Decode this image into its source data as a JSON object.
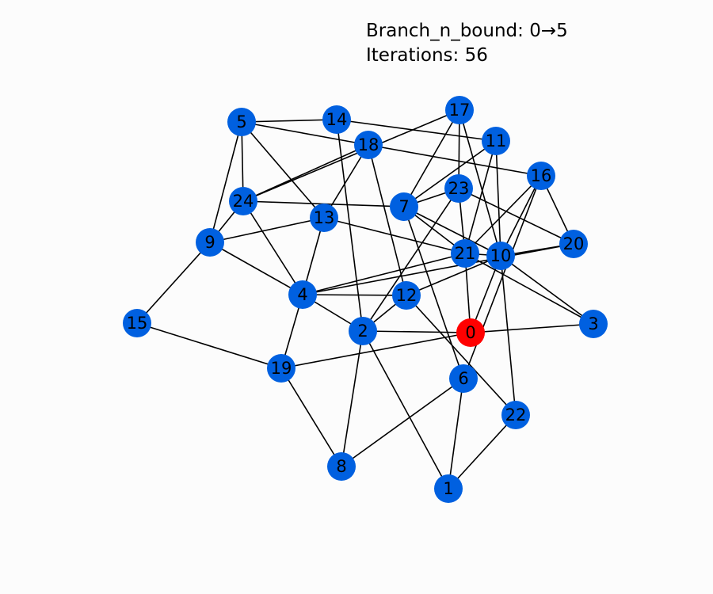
{
  "title": {
    "algorithm_line": "Branch_n_bound: 0→5",
    "iterations_line": "Iterations: 56"
  },
  "style": {
    "node_color": "#0060e0",
    "highlight_color": "#ff0000",
    "edge_color": "#000000"
  },
  "graph": {
    "highlighted_nodes": [
      "0"
    ],
    "nodes": [
      {
        "id": "0"
      },
      {
        "id": "1"
      },
      {
        "id": "2"
      },
      {
        "id": "3"
      },
      {
        "id": "4"
      },
      {
        "id": "5"
      },
      {
        "id": "6"
      },
      {
        "id": "7"
      },
      {
        "id": "8"
      },
      {
        "id": "9"
      },
      {
        "id": "10"
      },
      {
        "id": "11"
      },
      {
        "id": "12"
      },
      {
        "id": "13"
      },
      {
        "id": "14"
      },
      {
        "id": "15"
      },
      {
        "id": "16"
      },
      {
        "id": "17"
      },
      {
        "id": "18"
      },
      {
        "id": "19"
      },
      {
        "id": "20"
      },
      {
        "id": "21"
      },
      {
        "id": "22"
      },
      {
        "id": "23"
      },
      {
        "id": "24"
      }
    ],
    "edges": [
      [
        "5",
        "14"
      ],
      [
        "5",
        "18"
      ],
      [
        "5",
        "24"
      ],
      [
        "5",
        "9"
      ],
      [
        "5",
        "13"
      ],
      [
        "14",
        "11"
      ],
      [
        "14",
        "2"
      ],
      [
        "18",
        "24"
      ],
      [
        "18",
        "13"
      ],
      [
        "18",
        "16"
      ],
      [
        "18",
        "12"
      ],
      [
        "17",
        "7"
      ],
      [
        "17",
        "23"
      ],
      [
        "17",
        "10"
      ],
      [
        "17",
        "24"
      ],
      [
        "11",
        "7"
      ],
      [
        "11",
        "21"
      ],
      [
        "11",
        "10"
      ],
      [
        "16",
        "10"
      ],
      [
        "16",
        "21"
      ],
      [
        "16",
        "6"
      ],
      [
        "23",
        "7"
      ],
      [
        "23",
        "21"
      ],
      [
        "23",
        "20"
      ],
      [
        "23",
        "2"
      ],
      [
        "24",
        "9"
      ],
      [
        "24",
        "7"
      ],
      [
        "24",
        "4"
      ],
      [
        "9",
        "13"
      ],
      [
        "9",
        "4"
      ],
      [
        "9",
        "15"
      ],
      [
        "13",
        "21"
      ],
      [
        "13",
        "4"
      ],
      [
        "7",
        "21"
      ],
      [
        "7",
        "10"
      ],
      [
        "7",
        "6"
      ],
      [
        "4",
        "12"
      ],
      [
        "4",
        "19"
      ],
      [
        "4",
        "2"
      ],
      [
        "4",
        "21"
      ],
      [
        "12",
        "10"
      ],
      [
        "12",
        "22"
      ],
      [
        "2",
        "12"
      ],
      [
        "2",
        "0"
      ],
      [
        "2",
        "8"
      ],
      [
        "2",
        "1"
      ],
      [
        "21",
        "3"
      ],
      [
        "21",
        "10"
      ],
      [
        "21",
        "0"
      ],
      [
        "10",
        "20"
      ],
      [
        "10",
        "3"
      ],
      [
        "10",
        "0"
      ],
      [
        "10",
        "22"
      ],
      [
        "0",
        "3"
      ],
      [
        "0",
        "19"
      ],
      [
        "15",
        "19"
      ],
      [
        "19",
        "8"
      ],
      [
        "8",
        "6"
      ],
      [
        "6",
        "1"
      ],
      [
        "22",
        "1"
      ],
      [
        "20",
        "16"
      ],
      [
        "4",
        "20"
      ]
    ]
  }
}
